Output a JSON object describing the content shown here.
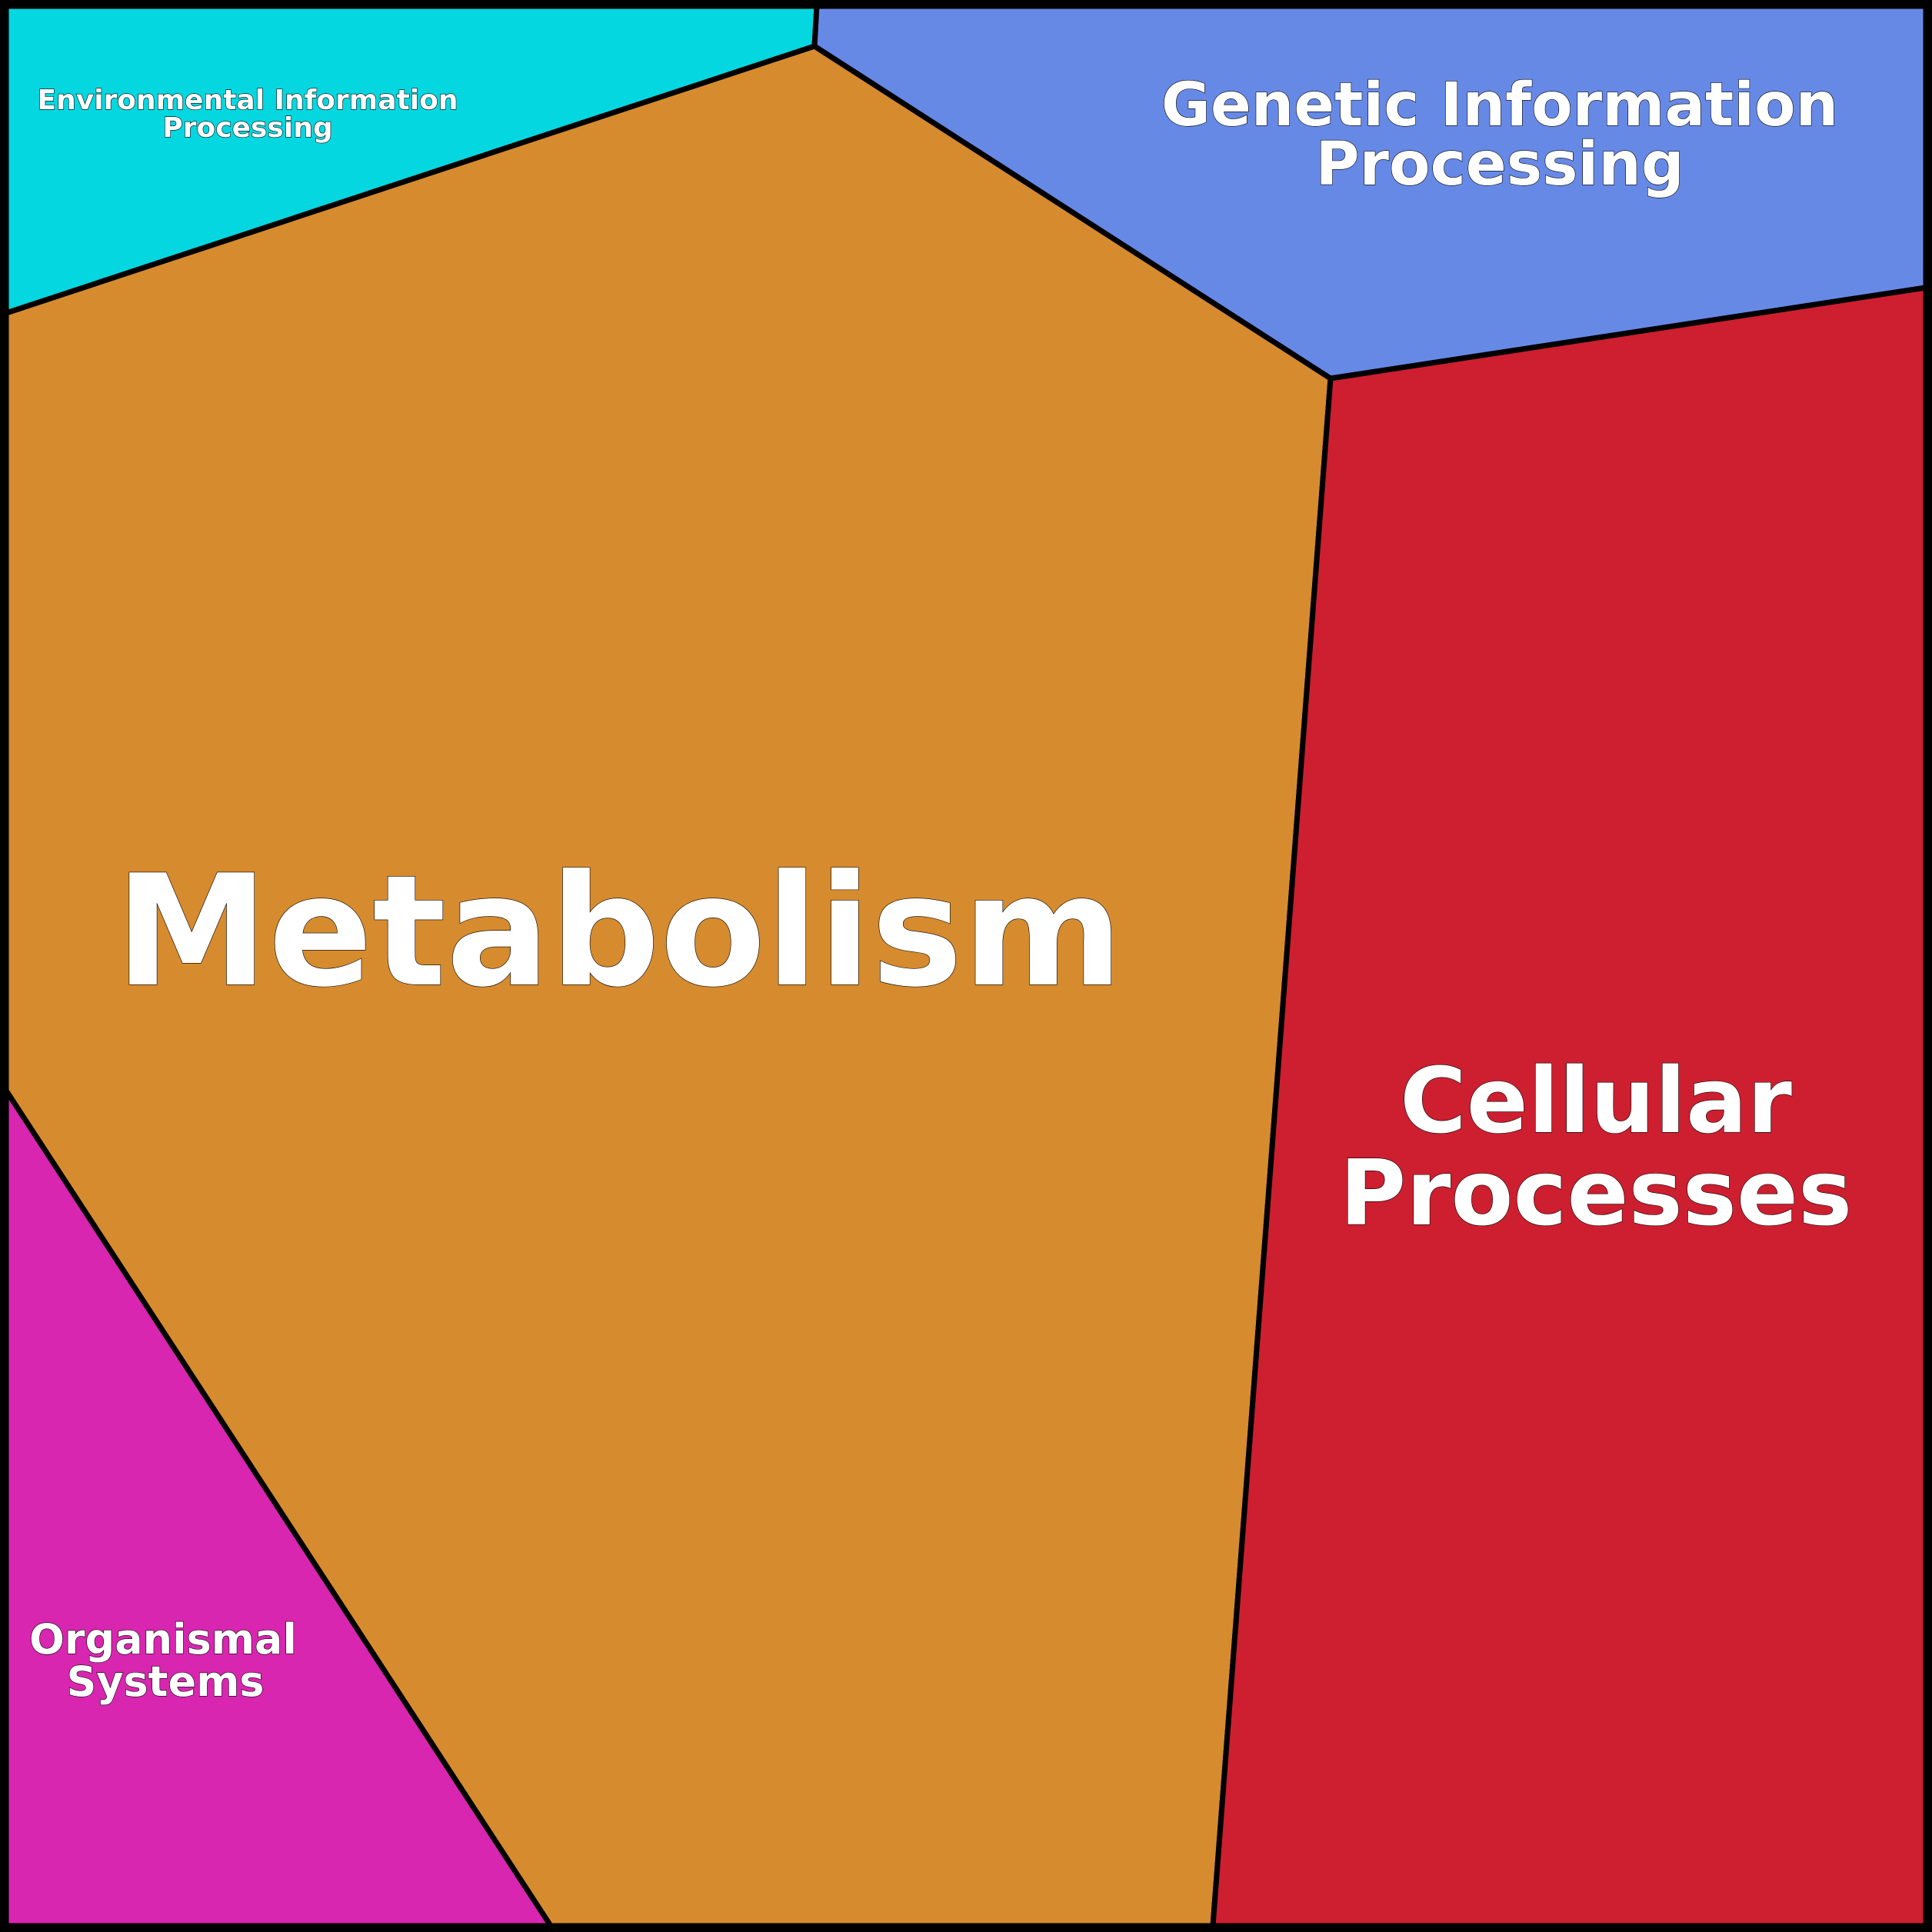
{
  "diagram": {
    "type": "voronoi-treemap",
    "cells": [
      {
        "id": "metabolism",
        "label_lines": [
          "Metabolism"
        ],
        "color": "#D68B2F"
      },
      {
        "id": "environmental",
        "label_lines": [
          "Environmental Information",
          "Processing"
        ],
        "color": "#05D7E0"
      },
      {
        "id": "genetic",
        "label_lines": [
          "Genetic Information",
          "Processing"
        ],
        "color": "#6789E6"
      },
      {
        "id": "cellular",
        "label_lines": [
          "Cellular",
          "Processes"
        ],
        "color": "#CD1F2F"
      },
      {
        "id": "organismal",
        "label_lines": [
          "Organismal",
          "Systems"
        ],
        "color": "#D826B0"
      }
    ],
    "border_color": "#000000"
  }
}
